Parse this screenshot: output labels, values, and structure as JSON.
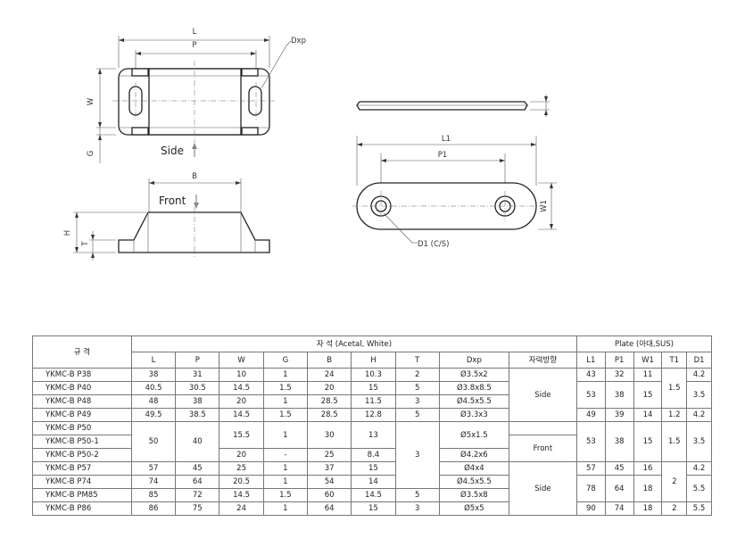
{
  "drawing": {
    "dims": {
      "L": "L",
      "P": "P",
      "Dxp": "Dxp",
      "W": "W",
      "G": "G",
      "B": "B",
      "H": "H",
      "T": "T",
      "L1": "L1",
      "P1": "P1",
      "W1": "W1",
      "D1": "D1 (C/S)"
    },
    "view_labels": {
      "side": "Side",
      "front": "Front"
    }
  },
  "table": {
    "header": {
      "spec": "규  격",
      "magnet": "자    석 (Acetal, White)",
      "plate": "Plate (아대,SUS)",
      "columns": [
        "L",
        "P",
        "W",
        "G",
        "B",
        "H",
        "T",
        "Dxp",
        "자력방향",
        "L1",
        "P1",
        "W1",
        "T1",
        "D1"
      ]
    },
    "rows": [
      [
        "YKMC-B P38",
        "38",
        "31",
        "10",
        "1",
        "24",
        "10.3",
        "2",
        "Ø3.5x2",
        "43",
        "32",
        "11",
        "4.2"
      ],
      [
        "YKMC-B P40",
        "40.5",
        "30.5",
        "14.5",
        "1.5",
        "20",
        "15",
        "5",
        "Ø3.8x8.5"
      ],
      [
        "YKMC-B P48",
        "48",
        "38",
        "20",
        "1",
        "28.5",
        "11.5",
        "3",
        "Ø4.5x5.5"
      ],
      [
        "YKMC-B P49",
        "49.5",
        "38.5",
        "14.5",
        "1.5",
        "28.5",
        "12.8",
        "5",
        "Ø3.3x3",
        "49",
        "39",
        "14",
        "1.2",
        "4.2"
      ],
      [
        "YKMC-B P50"
      ],
      [
        "YKMC-B P50-1"
      ],
      [
        "YKMC-B P50-2",
        "20",
        "-",
        "25",
        "8.4",
        "Ø4.2x6"
      ],
      [
        "YKMC-B P57",
        "57",
        "45",
        "25",
        "1",
        "37",
        "15",
        "Ø4x4",
        "57",
        "45",
        "16",
        "4.2"
      ],
      [
        "YKMC-B P74",
        "74",
        "64",
        "20.5",
        "1",
        "54",
        "14",
        "Ø4.5x5.5",
        "78",
        "64",
        "18",
        "5.5"
      ],
      [
        "YKMC-B PM85",
        "85",
        "72",
        "14.5",
        "1.5",
        "60",
        "14.5",
        "5",
        "Ø3.5x8"
      ],
      [
        "YKMC-B P86",
        "86",
        "75",
        "24",
        "1",
        "64",
        "15",
        "3",
        "Ø5x5",
        "90",
        "74",
        "18",
        "2",
        "5.5"
      ]
    ],
    "merged": {
      "p50_L": "50",
      "p50_P": "40",
      "p50_W": "15.5",
      "p50_G": "1",
      "p50_B": "30",
      "p50_H": "13",
      "p50_Dxp": "Ø5x1.5",
      "t_p50": "3",
      "dir_side1": "Side",
      "dir_front": "Front",
      "dir_side2": "Side",
      "p40_L1": "53",
      "p40_P1": "38",
      "p40_W1": "15",
      "p40_D1": "3.5",
      "p38_T1": "1.5",
      "p50_L1": "53",
      "p50_P1": "38",
      "p50_W1": "15",
      "p50_T1": "1.5",
      "p50_D1": "3.5",
      "p57_T1": "2"
    }
  }
}
